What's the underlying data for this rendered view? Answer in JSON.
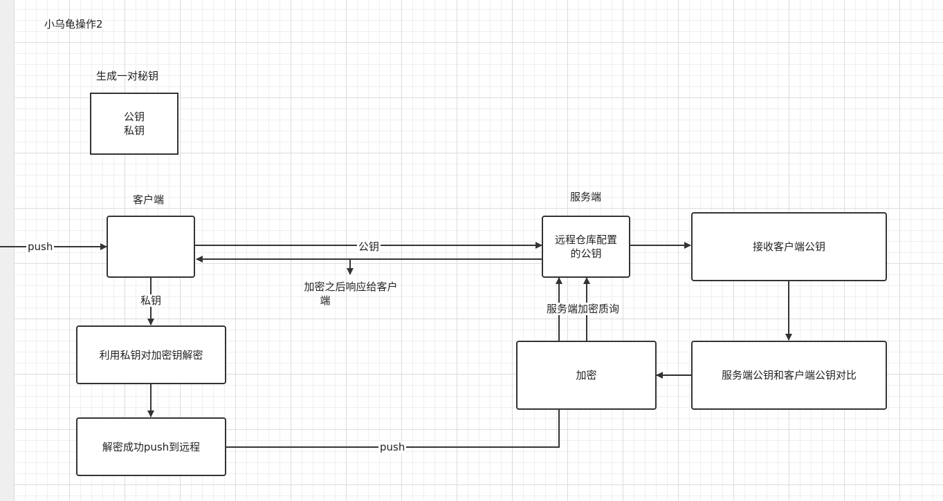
{
  "title": "小乌龟操作2",
  "keypair": {
    "heading": "生成一对秘钥",
    "line1": "公钥",
    "line2": "私钥"
  },
  "client": {
    "heading": "客户端"
  },
  "server": {
    "heading": "服务端"
  },
  "nodes": {
    "remote_pubkey_line1": "远程仓库配置",
    "remote_pubkey_line2": "的公钥",
    "receive_pubkey": "接收客户端公钥",
    "compare": "服务端公钥和客户端公钥对比",
    "encrypt": "加密",
    "decrypt": "利用私钥对加密钥解密",
    "push_remote": "解密成功push到远程"
  },
  "edges": {
    "push_in": "push",
    "pubkey": "公钥",
    "response_line1": "加密之后响应给客户",
    "response_line2": "端",
    "privkey": "私钥",
    "challenge": "服务端加密质询",
    "push_out": "push"
  },
  "colors": {
    "stroke": "#333333",
    "grid_major": "#dcdcdc",
    "grid_minor": "#efefef"
  }
}
